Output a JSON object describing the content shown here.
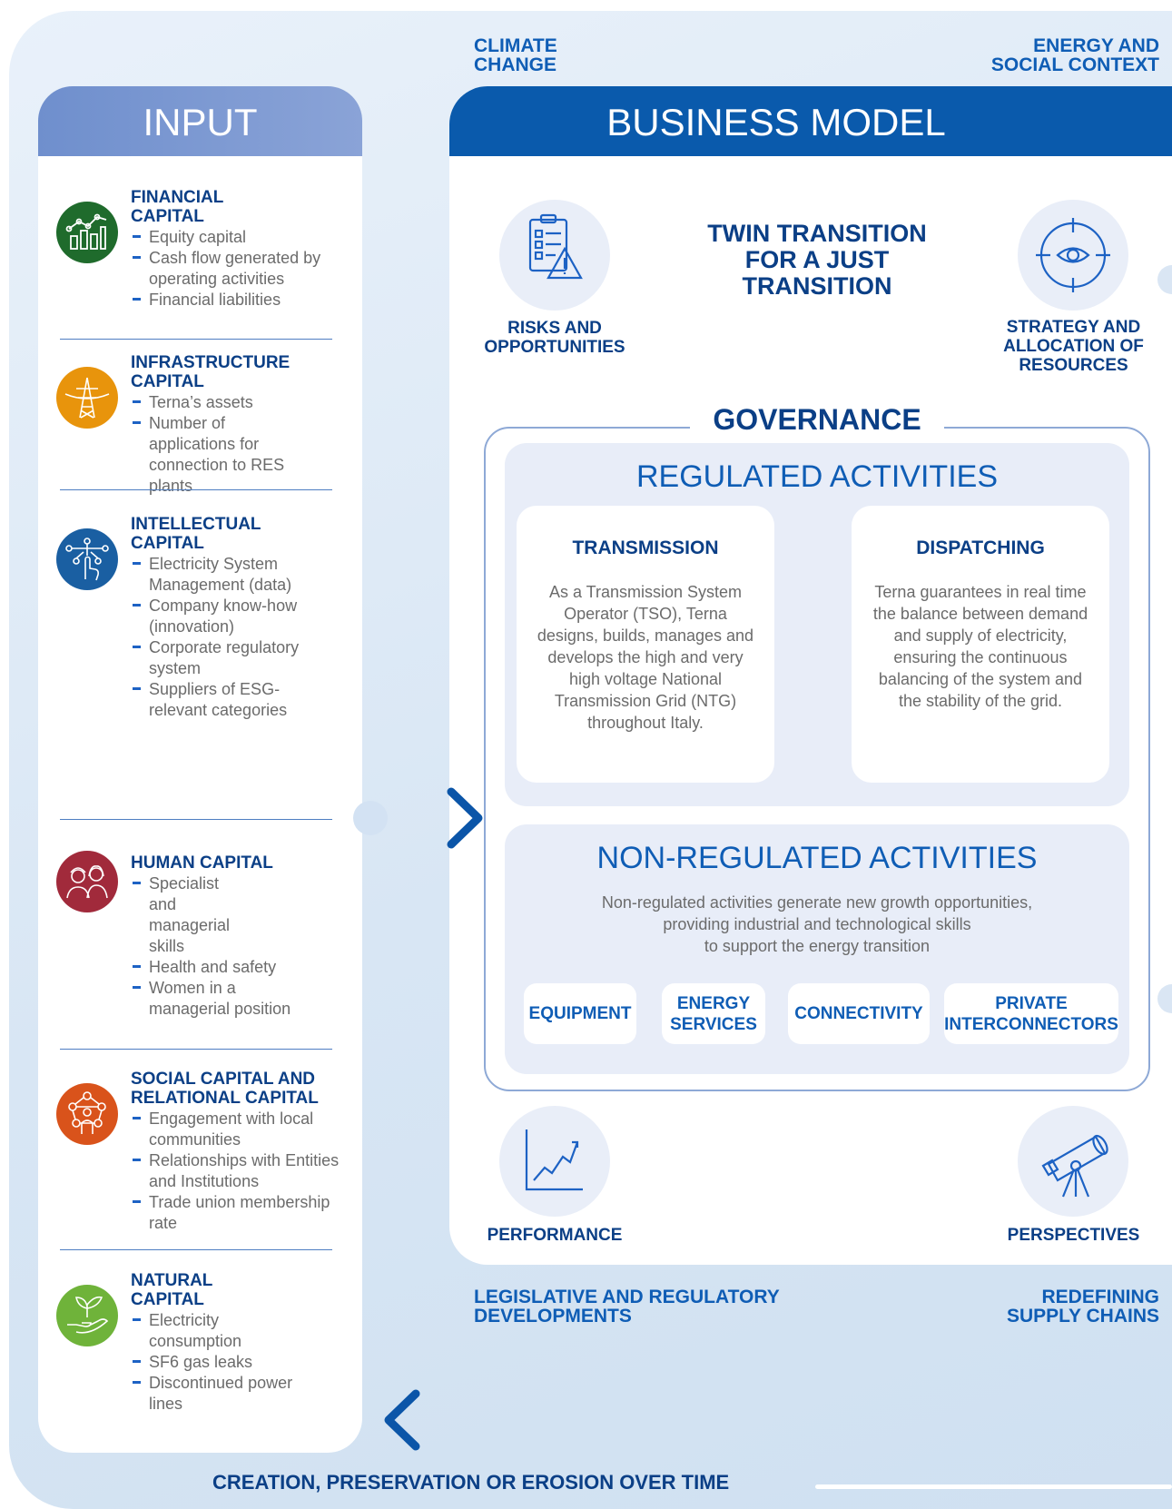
{
  "context": {
    "climate": [
      "CLIMATE",
      "CHANGE"
    ],
    "energy": [
      "ENERGY AND",
      "SOCIAL CONTEXT"
    ],
    "legislative": [
      "LEGISLATIVE AND REGULATORY",
      "DEVELOPMENTS"
    ],
    "supply": [
      "REDEFINING",
      "SUPPLY CHAINS"
    ]
  },
  "input": {
    "title": "INPUT",
    "capitals": [
      {
        "title": [
          "FINANCIAL",
          "CAPITAL"
        ],
        "icon": "financial-chart-icon",
        "color": "#1f6b2c",
        "items": [
          "Equity capital",
          "Cash flow generated by operating activities",
          "Financial liabilities"
        ]
      },
      {
        "title": [
          "INFRASTRUCTURE",
          "CAPITAL"
        ],
        "icon": "power-pylon-icon",
        "color": "#e8940c",
        "items": [
          "Terna’s assets",
          "Number of applications for connection to RES plants"
        ]
      },
      {
        "title": [
          "INTELLECTUAL",
          "CAPITAL"
        ],
        "icon": "network-hand-icon",
        "color": "#1a5fa2",
        "items": [
          "Electricity System Management (data)",
          "Company know-how (innovation)",
          "Corporate regulatory system",
          "Suppliers of ESG-relevant categories"
        ]
      },
      {
        "title": [
          "HUMAN CAPITAL"
        ],
        "icon": "people-icon",
        "color": "#a12a3b",
        "items": [
          "Specialist and managerial skills",
          "Health and safety",
          "Women in a managerial position"
        ]
      },
      {
        "title": [
          "SOCIAL CAPITAL AND",
          "RELATIONAL CAPITAL"
        ],
        "icon": "community-network-icon",
        "color": "#d9531b",
        "items": [
          "Engagement with local communities",
          "Relationships with Entities and Institutions",
          "Trade union membership rate"
        ]
      },
      {
        "title": [
          "NATURAL",
          "CAPITAL"
        ],
        "icon": "plant-hand-icon",
        "color": "#6fb33a",
        "items": [
          "Electricity consumption",
          "SF6 gas leaks",
          "Discontinued power lines"
        ]
      }
    ]
  },
  "business_model": {
    "title": "BUSINESS MODEL",
    "twin": [
      "TWIN TRANSITION",
      "FOR A JUST",
      "TRANSITION"
    ],
    "risks": [
      "RISKS AND",
      "OPPORTUNITIES"
    ],
    "strategy": [
      "STRATEGY AND",
      "ALLOCATION OF",
      "RESOURCES"
    ],
    "governance": "GOVERNANCE",
    "regulated": {
      "title": "REGULATED ACTIVITIES",
      "transmission": {
        "title": "TRANSMISSION",
        "text": "As a Transmission System Operator (TSO), Terna designs, builds, manages and develops the high and very high voltage National Transmission Grid (NTG) throughout Italy."
      },
      "dispatching": {
        "title": "DISPATCHING",
        "text": "Terna guarantees in real time the balance between demand and supply of electricity, ensuring the continuous balancing of the system and the stability of the grid."
      }
    },
    "nonregulated": {
      "title": "NON-REGULATED ACTIVITIES",
      "text": [
        "Non-regulated activities generate new growth opportunities,",
        "providing industrial and technological skills",
        "to support the energy transition"
      ],
      "pills": [
        [
          "EQUIPMENT"
        ],
        [
          "ENERGY",
          "SERVICES"
        ],
        [
          "CONNECTIVITY"
        ],
        [
          "PRIVATE",
          "INTERCONNECTORS"
        ]
      ]
    },
    "performance": "PERFORMANCE",
    "perspectives": "PERSPECTIVES"
  },
  "footer": "CREATION, PRESERVATION OR EROSION OVER TIME",
  "colors": {
    "dark_blue": "#0b3f86",
    "bright_blue": "#0f5db5",
    "header_blue": "#0a5aac",
    "input_header": "#7a97d1"
  }
}
